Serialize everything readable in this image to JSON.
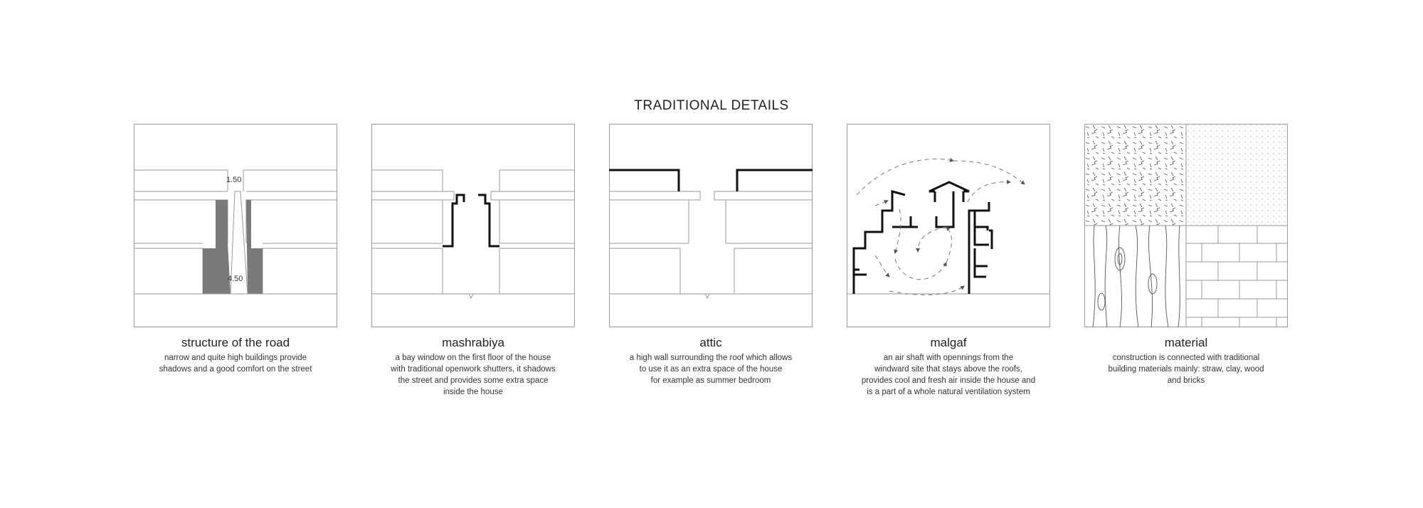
{
  "title": "TRADITIONAL DETAILS",
  "panels": [
    {
      "id": "road",
      "title": "structure of the road",
      "description": "narrow and quite high buildings provide\nshadows and a good comfort on the street",
      "dimensions": {
        "top": "1.50",
        "bottom": "4.50"
      }
    },
    {
      "id": "mashrabiya",
      "title": "mashrabiya",
      "description": "a bay window on the first floor of the house\nwith traditional openwork shutters, it shadows\nthe street and provides some extra space\ninside the house"
    },
    {
      "id": "attic",
      "title": "attic",
      "description": "a high wall surrounding the roof which allows\nto use it as an extra space of the house\nfor example as summer bedroom"
    },
    {
      "id": "malgaf",
      "title": "malgaf",
      "description": "an air shaft with opennings from the\nwindward site that stays above the roofs,\nprovides cool and fresh air inside the house and\nis a part of a whole natural ventilation system"
    },
    {
      "id": "material",
      "title": "material",
      "description": "construction is connected with traditional\nbuilding materials mainly: straw, clay, wood\nand bricks",
      "swatches": [
        "straw-texture",
        "clay-texture",
        "wood-texture",
        "brick-texture"
      ]
    }
  ],
  "colors": {
    "line": "#9a9a9a",
    "ink": "#111111",
    "shadow": "#7a7a7a"
  }
}
